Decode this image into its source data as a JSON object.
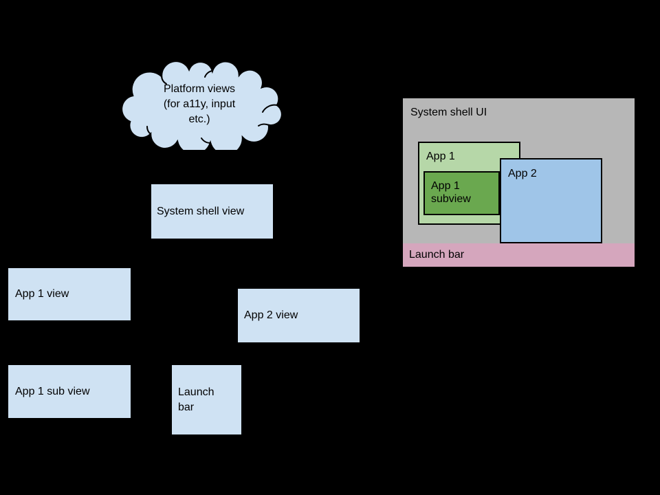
{
  "diagram": {
    "background_color": "#000000",
    "cloud": {
      "label": "Platform views\n(for a11y, input\netc.)",
      "fill": "#cfe2f3",
      "stroke": "#000000"
    },
    "view_tree": {
      "box_color": "#cfe2f3",
      "system_shell_view": "System shell view",
      "app1_view": "App 1 view",
      "app2_view": "App 2 view",
      "app1_sub_view": "App 1 sub view",
      "launch_bar_view": "Launch\nbar"
    },
    "shell_ui": {
      "title": "System shell UI",
      "fill": "#b7b7b7",
      "app1": {
        "label": "App 1",
        "fill": "#b6d7a8"
      },
      "app1_subview": {
        "label": "App 1\nsubview",
        "fill": "#6aa84f"
      },
      "app2": {
        "label": "App 2",
        "fill": "#9fc5e8"
      },
      "launch_bar": {
        "label": "Launch bar",
        "fill": "#d5a6bd"
      }
    }
  }
}
